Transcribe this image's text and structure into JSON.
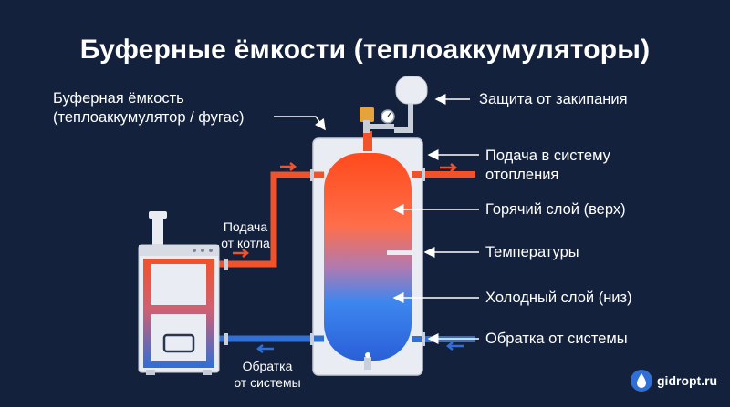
{
  "title": "Буферные ёмкости (теплоаккумуляторы)",
  "labels": {
    "buffer_line1": "Буферная ёмкость",
    "buffer_line2": "(теплоаккумулятор / фугас)",
    "protection": "Защита от закипания",
    "supply_line1": "Подача в систему",
    "supply_line2": "отопления",
    "hot_layer": "Горячий слой (верх)",
    "temperatures": "Температуры",
    "cold_layer": "Холодный слой (низ)",
    "return_system": "Обратка от системы",
    "boiler_supply_line1": "Подача",
    "boiler_supply_line2": "от котла",
    "bottom_return_line1": "Обратка",
    "bottom_return_line2": "от системы"
  },
  "brand": "gidropt.ru",
  "colors": {
    "background": "#14213d",
    "hot": "#f0522b",
    "cold": "#2f6fd6",
    "tank": "#e9edf3",
    "label": "#ffffff"
  },
  "icons": {
    "brand_logo": "water-drop-icon"
  }
}
